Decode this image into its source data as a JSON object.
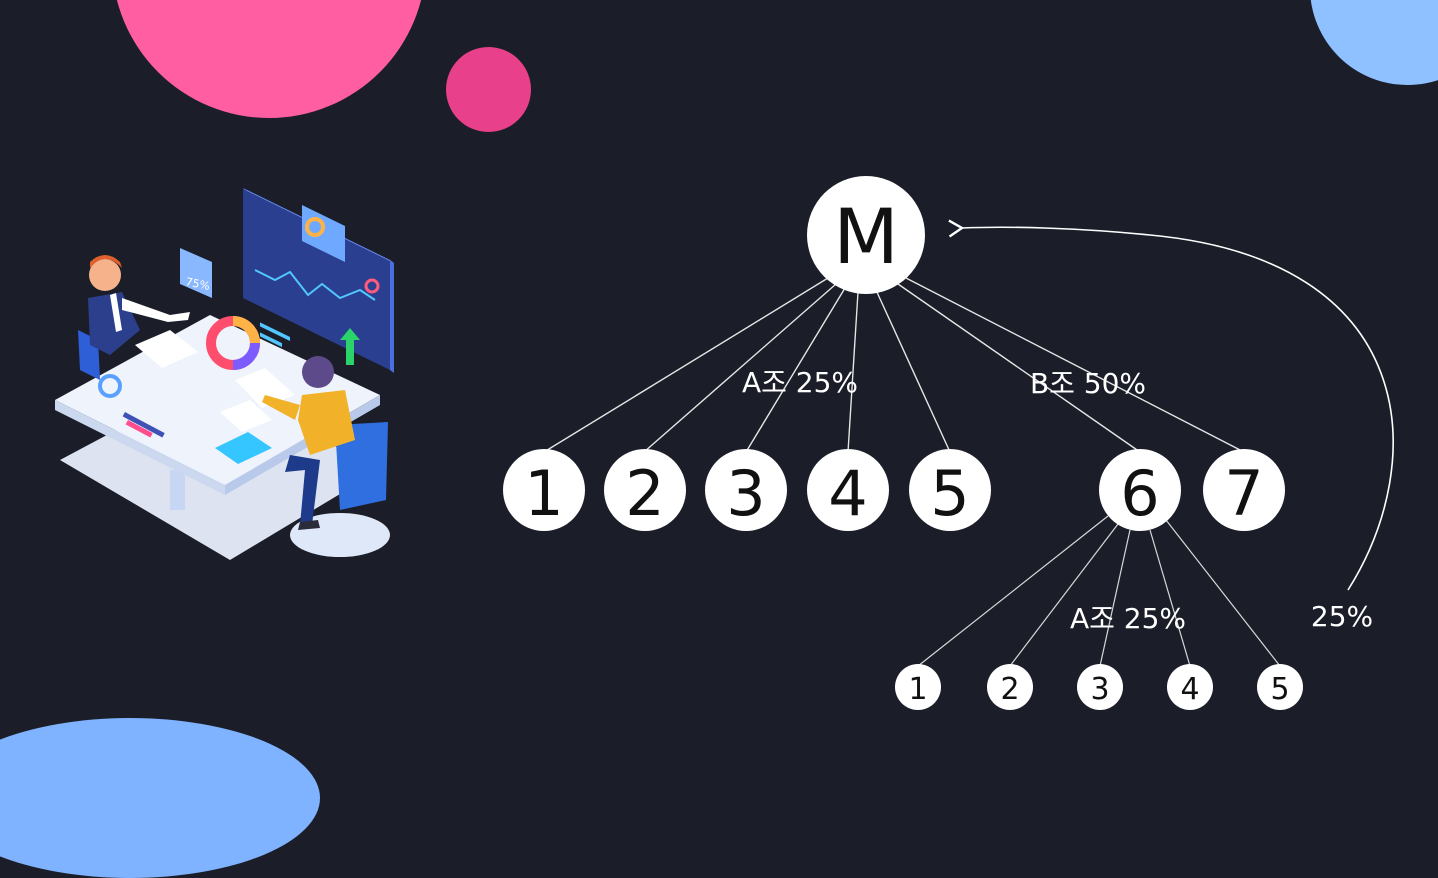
{
  "diagram": {
    "root": {
      "label": "M"
    },
    "group_a": {
      "label": "A조 25%",
      "nodes": [
        "1",
        "2",
        "3",
        "4",
        "5"
      ]
    },
    "group_b": {
      "label": "B조 50%",
      "nodes": [
        "6",
        "7"
      ]
    },
    "sub_group_a": {
      "label": "A조 25%",
      "nodes": [
        "1",
        "2",
        "3",
        "4",
        "5"
      ]
    },
    "return_label": "25%"
  },
  "illustration": {
    "card_value": "75%"
  },
  "colors": {
    "background": "#1b1e28",
    "pink_circle": "#ff5fa2",
    "magenta_circle": "#e8408a",
    "blue_circle": "#8fc0ff",
    "node_fill": "#ffffff",
    "line": "#ffffff"
  }
}
